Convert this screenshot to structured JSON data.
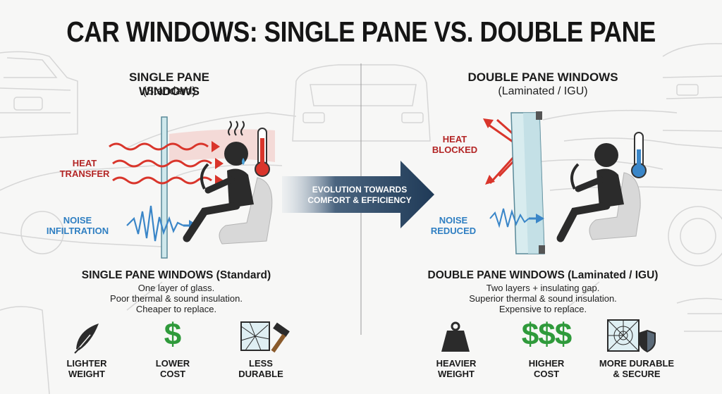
{
  "title": "CAR WINDOWS: SINGLE PANE VS. DOUBLE PANE",
  "left": {
    "heading": "SINGLE PANE WINDOWS",
    "subheading": "(Standard)",
    "heat_label_1": "HEAT",
    "heat_label_2": "TRANSFER",
    "noise_label_1": "NOISE",
    "noise_label_2": "INFILTRATION",
    "desc_heading": "SINGLE PANE WINDOWS (Standard)",
    "desc_lines": [
      "One layer of glass.",
      "Poor thermal & sound insulation.",
      "Cheaper to replace."
    ],
    "features": [
      {
        "icon": "feather-icon",
        "line1": "LIGHTER",
        "line2": "WEIGHT"
      },
      {
        "icon": "dollar-icon",
        "symbol": "$",
        "line1": "LOWER",
        "line2": "COST"
      },
      {
        "icon": "broken-glass-hammer-icon",
        "line1": "LESS",
        "line2": "DURABLE"
      }
    ]
  },
  "center_arrow": {
    "line1": "EVOLUTION TOWARDS",
    "line2": "COMFORT & EFFICIENCY"
  },
  "right": {
    "heading": "DOUBLE PANE WINDOWS",
    "subheading": "(Laminated / IGU)",
    "heat_label_1": "HEAT",
    "heat_label_2": "BLOCKED",
    "noise_label_1": "NOISE",
    "noise_label_2": "REDUCED",
    "desc_heading": "DOUBLE PANE WINDOWS (Laminated / IGU)",
    "desc_lines": [
      "Two layers + insulating gap.",
      "Superior thermal & sound insulation.",
      "Expensive to replace."
    ],
    "features": [
      {
        "icon": "weight-icon",
        "line1": "HEAVIER",
        "line2": "WEIGHT"
      },
      {
        "icon": "dollars-icon",
        "symbol": "$$$",
        "line1": "HIGHER",
        "line2": "COST"
      },
      {
        "icon": "shield-glass-icon",
        "line1": "MORE DURABLE",
        "line2": "& SECURE"
      }
    ]
  },
  "colors": {
    "heat": "#d9352b",
    "noise": "#3a86c8",
    "money": "#2f9a3b",
    "arrow": "#1f3a57",
    "dark": "#2b2b2b"
  }
}
